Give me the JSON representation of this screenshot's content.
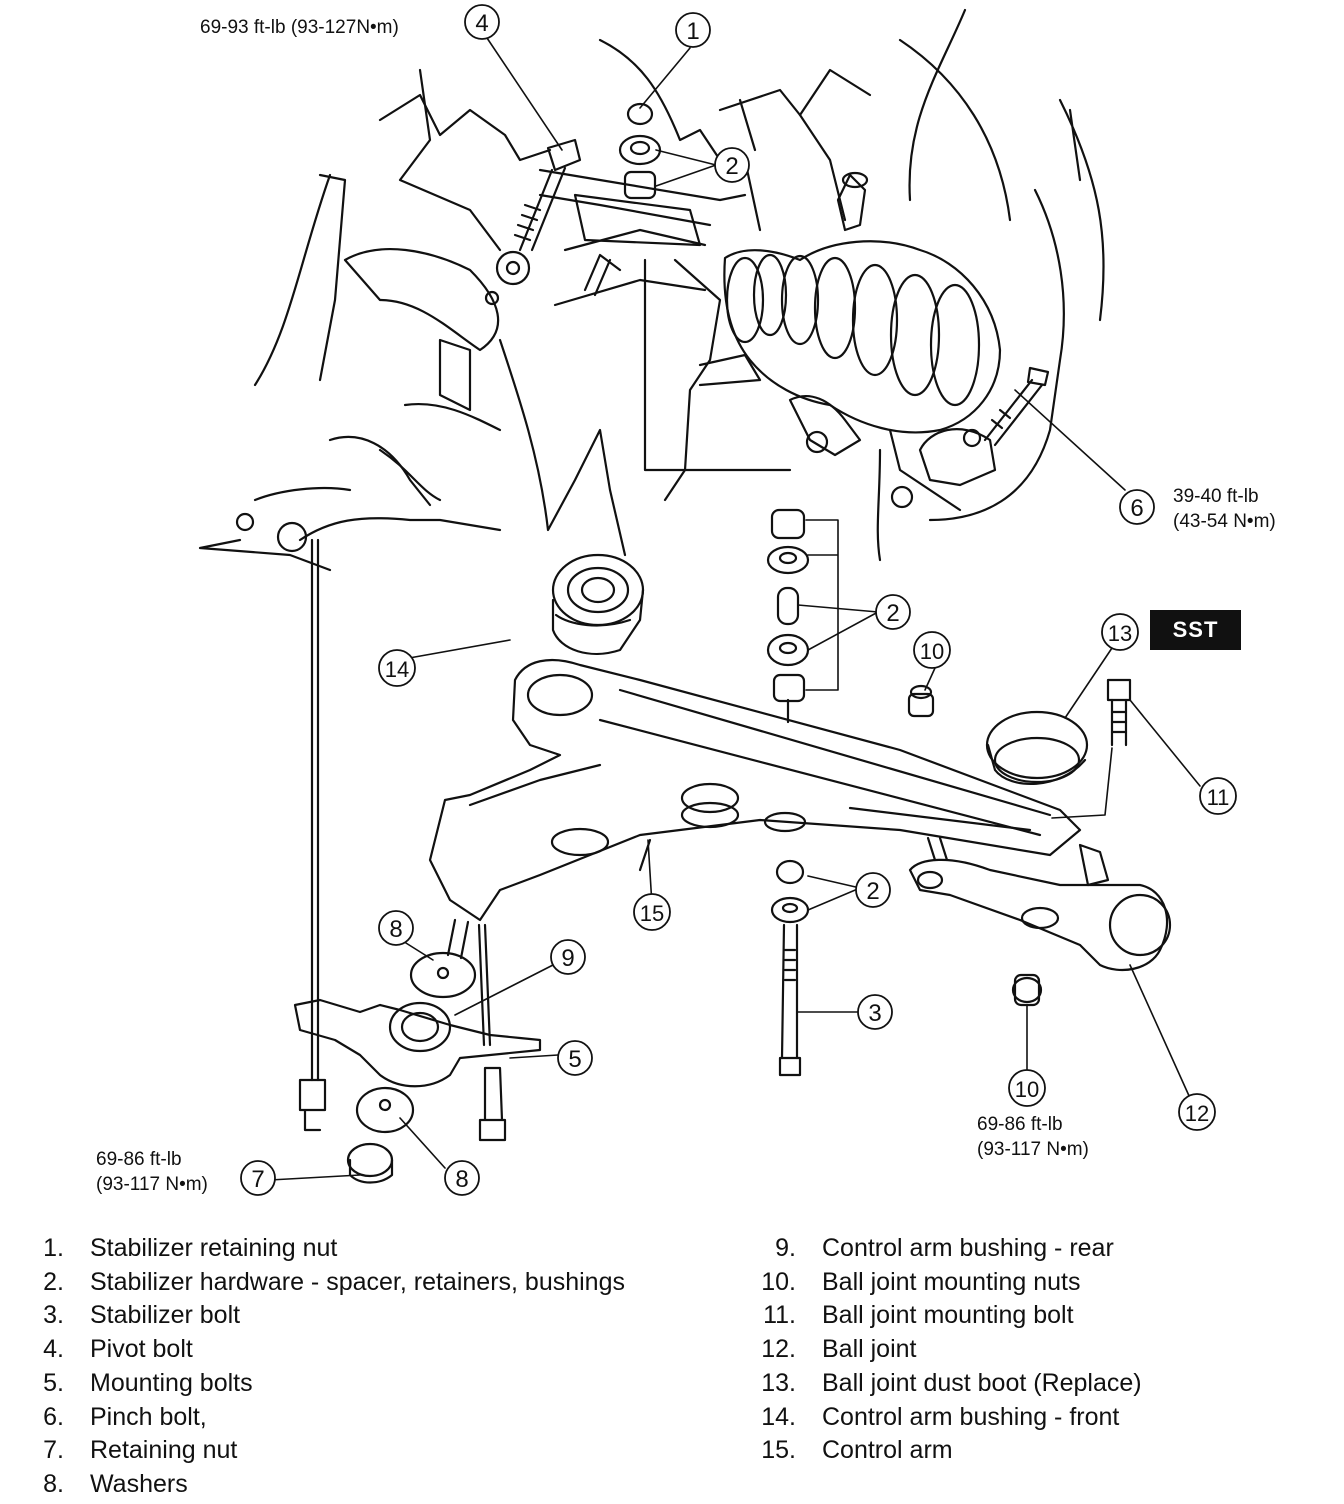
{
  "torque_specs": {
    "pivot_bolt": "69-93 ft-lb (93-127N•m)",
    "pinch_bolt_line1": "39-40 ft-lb",
    "pinch_bolt_line2": "(43-54 N•m)",
    "ball_joint_nuts_line1": "69-86 ft-lb",
    "ball_joint_nuts_line2": "(93-117 N•m)",
    "retaining_nut_line1": "69-86 ft-lb",
    "retaining_nut_line2": "(93-117 N•m)"
  },
  "sst_label": "SST",
  "callouts": [
    "1",
    "2",
    "3",
    "4",
    "5",
    "6",
    "7",
    "8",
    "9",
    "10",
    "11",
    "12",
    "13",
    "14",
    "15"
  ],
  "legend_left": [
    {
      "num": "1.",
      "text": "Stabilizer retaining nut"
    },
    {
      "num": "2.",
      "text": "Stabilizer hardware - spacer, retainers, bushings"
    },
    {
      "num": "3.",
      "text": "Stabilizer bolt"
    },
    {
      "num": "4.",
      "text": "Pivot bolt"
    },
    {
      "num": "5.",
      "text": "Mounting bolts"
    },
    {
      "num": "6.",
      "text": "Pinch bolt,"
    },
    {
      "num": "7.",
      "text": "Retaining nut"
    },
    {
      "num": "8.",
      "text": "Washers"
    }
  ],
  "legend_right": [
    {
      "num": "9.",
      "text": "Control arm bushing - rear"
    },
    {
      "num": "10.",
      "text": "Ball joint mounting nuts"
    },
    {
      "num": "11.",
      "text": "Ball joint mounting bolt"
    },
    {
      "num": "12.",
      "text": "Ball joint"
    },
    {
      "num": "13.",
      "text": "Ball joint dust boot (Replace)"
    },
    {
      "num": "14.",
      "text": "Control arm bushing - front"
    },
    {
      "num": "15.",
      "text": "Control arm"
    }
  ]
}
